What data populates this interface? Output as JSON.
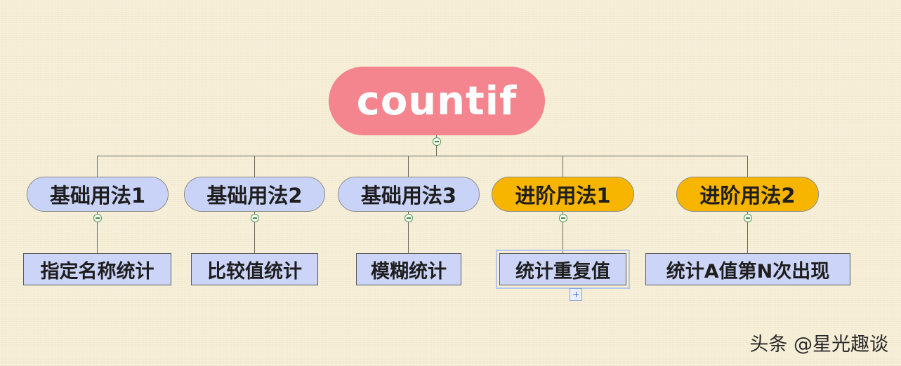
{
  "root": {
    "label": "countif"
  },
  "branches": [
    {
      "label": "基础用法1",
      "child": "指定名称统计"
    },
    {
      "label": "基础用法2",
      "child": "比较值统计"
    },
    {
      "label": "基础用法3",
      "child": "模糊统计"
    },
    {
      "label": "进阶用法1",
      "child": "统计重复值"
    },
    {
      "label": "进阶用法2",
      "child": "统计A值第N次出现"
    }
  ],
  "colors": {
    "root": "#f4858f",
    "basic_branch": "#c9d3f7",
    "advanced_branch": "#f7b500",
    "leaf": "#ccd5f8"
  },
  "watermark": "头条 @星光趣谈"
}
